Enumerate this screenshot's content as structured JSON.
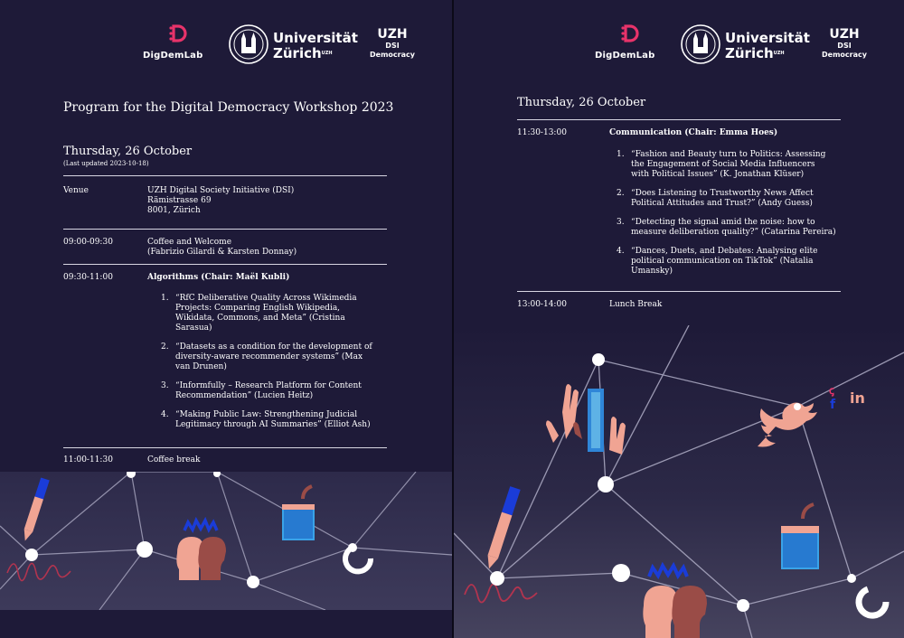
{
  "logos": {
    "digdemlab": "DigDemLab",
    "university_line1": "Universität",
    "university_line2": "Zürich",
    "university_sup": "UZH",
    "uzh": "UZH",
    "dsi_line1": "DSI",
    "dsi_line2": "Democracy"
  },
  "left": {
    "title": "Program for the Digital Democracy Workshop 2023",
    "day": "Thursday, 26 October",
    "updated": "(Last updated 2023-10-18)",
    "venue_label": "Venue",
    "venue_lines": [
      "UZH Digital Society Initiative (DSI)",
      "Rämistrasse 69",
      "8001, Zürich"
    ],
    "coffee_time": "09:00-09:30",
    "coffee_lines": [
      "Coffee and Welcome",
      "(Fabrizio Gilardi & Karsten Donnay)"
    ],
    "algo_time": "09:30-11:00",
    "algo_heading": "Algorithms (Chair: Maël Kubli)",
    "talks": [
      {
        "num": "1.",
        "lines": [
          "“RfC Deliberative Quality Across Wikimedia",
          "Projects: Comparing English Wikipedia,",
          "Wikidata, Commons, and Meta” (Cristina",
          "Sarasua)"
        ]
      },
      {
        "num": "2.",
        "lines": [
          "“Datasets as a condition for the development of",
          "diversity-aware recommender systems” (Max",
          "van Drunen)"
        ]
      },
      {
        "num": "3.",
        "lines": [
          "“Informfully – Research Platform for Content",
          "Recommendation” (Lucien Heitz)"
        ]
      },
      {
        "num": "4.",
        "lines": [
          "“Making Public Law: Strengthening Judicial",
          "Legitimacy through AI Summaries” (Elliot Ash)"
        ]
      }
    ],
    "break_time": "11:00-11:30",
    "break_label": "Coffee break"
  },
  "right": {
    "day": "Thursday, 26 October",
    "comm_time": "11:30-13:00",
    "comm_heading": "Communication (Chair: Emma Hoes)",
    "talks": [
      {
        "num": "1.",
        "lines": [
          "“Fashion and Beauty turn to Politics: Assessing",
          "the Engagement of Social Media Influencers",
          "with Political Issues” (K. Jonathan Klüser)"
        ]
      },
      {
        "num": "2.",
        "lines": [
          "“Does Listening to Trustworthy News Affect",
          "Political Attitudes and Trust?” (Andy Guess)"
        ]
      },
      {
        "num": "3.",
        "lines": [
          "“Detecting the signal amid the noise: how to",
          "measure deliberation quality?” (Catarina Pereira)"
        ]
      },
      {
        "num": "4.",
        "lines": [
          "“Dances, Duets, and Debates: Analysing elite",
          "political communication on TikTok” (Natalia",
          "Umansky)"
        ]
      }
    ],
    "lunch_time": "13:00-14:00",
    "lunch_label": "Lunch Break",
    "social_label": "in"
  },
  "colors": {
    "background": "#1e1a38",
    "accent_pink": "#e8336a",
    "skin": "#f0a493",
    "skin_dark": "#b86a5e",
    "blue": "#1a3cd8",
    "line": "#c8c6da"
  }
}
